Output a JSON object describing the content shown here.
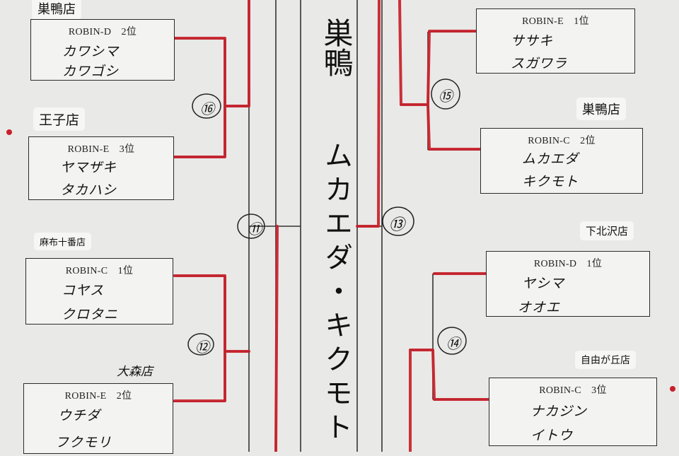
{
  "branches": [
    {
      "name": "巣鴨店"
    },
    {
      "name": "王子店"
    },
    {
      "name": "麻布十番店"
    },
    {
      "name": "巣鴨店"
    },
    {
      "name": "下北沢店"
    },
    {
      "name": "自由が丘店"
    }
  ],
  "handwritten_branch": "大森店",
  "teams": [
    {
      "header": "ROBIN-D　2位",
      "line1": "カワシマ",
      "line2": "カワゴシ"
    },
    {
      "header": "ROBIN-E　3位",
      "line1": "ヤマザキ",
      "line2": "タカハシ"
    },
    {
      "header": "ROBIN-C　1位",
      "line1": "コヤス",
      "line2": "クロタニ"
    },
    {
      "header": "ROBIN-E　2位",
      "line1": "ウチダ",
      "line2": "フクモリ"
    },
    {
      "header": "ROBIN-E　1位",
      "line1": "ササキ",
      "line2": "スガワラ"
    },
    {
      "header": "ROBIN-C　2位",
      "line1": "ムカエダ",
      "line2": "キクモト"
    },
    {
      "header": "ROBIN-D　1位",
      "line1": "ヤシマ",
      "line2": "オオエ"
    },
    {
      "header": "ROBIN-C　3位",
      "line1": "ナカジン",
      "line2": "イトウ"
    }
  ],
  "match_numbers": [
    "⑪",
    "⑫",
    "⑬",
    "⑭",
    "⑮",
    "⑯"
  ],
  "winner": {
    "branch": "巣鴨",
    "names": "ムカエダ・キクモト"
  },
  "colors": {
    "paper": "#f3f3f1",
    "ink": "#111111",
    "red_pen": "#c8202a",
    "bracket_line": "#333333"
  }
}
